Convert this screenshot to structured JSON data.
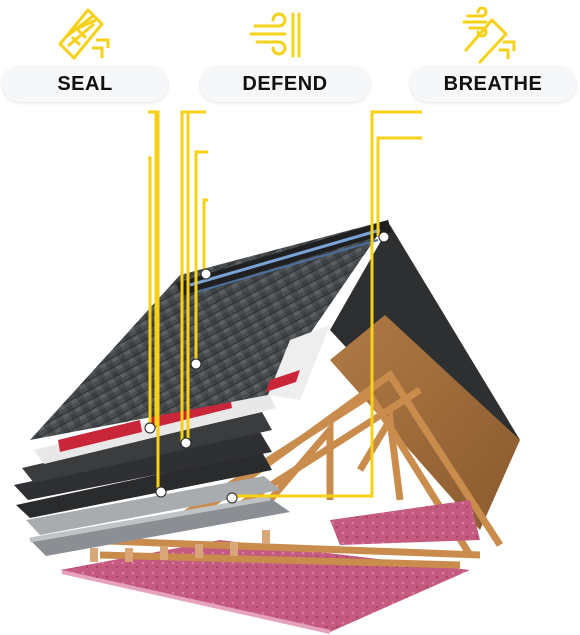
{
  "features": [
    {
      "label": "SEAL",
      "icon": "roof-shingle-icon"
    },
    {
      "label": "DEFEND",
      "icon": "wind-icon"
    },
    {
      "label": "BREATHE",
      "icon": "ventilation-icon"
    }
  ],
  "accent_color": "#f7d117",
  "insulation_color": "#c4547d",
  "wood_color": "#c98c4d"
}
